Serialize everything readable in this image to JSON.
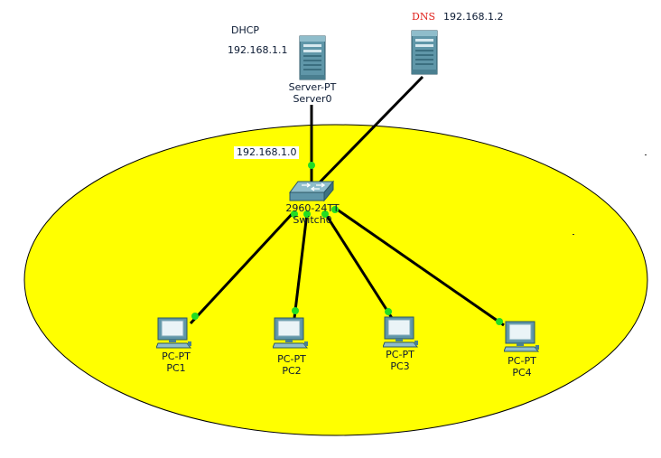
{
  "colors": {
    "lan_fill": "#ffff00",
    "lan_stroke": "#000000",
    "link": "#000000",
    "port_up": "#22dd22",
    "dns_tag": "#e0201b"
  },
  "devices": {
    "server0": {
      "annotation": "DHCP",
      "ip": "192.168.1.1",
      "model": "Server-PT",
      "name": "Server0",
      "icon": "server-icon"
    },
    "dns_server": {
      "annotation": "DNS",
      "ip": "192.168.1.2",
      "icon": "server-icon"
    },
    "switch0": {
      "model": "2960-24TT",
      "name": "Switch0",
      "icon": "switch-icon"
    },
    "pcs": [
      {
        "model": "PC-PT",
        "name": "PC1",
        "icon": "pc-icon"
      },
      {
        "model": "PC-PT",
        "name": "PC2",
        "icon": "pc-icon"
      },
      {
        "model": "PC-PT",
        "name": "PC3",
        "icon": "pc-icon"
      },
      {
        "model": "PC-PT",
        "name": "PC4",
        "icon": "pc-icon"
      }
    ]
  },
  "network_label": "192.168.1.0"
}
